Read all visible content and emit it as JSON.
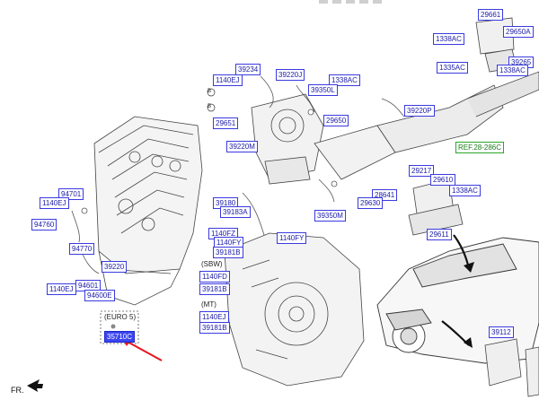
{
  "labels": {
    "l29661": "29661",
    "l1338ac_a": "1338AC",
    "l29650a": "29650A",
    "l1335ac": "1335AC",
    "l39265": "39265",
    "l1338ac_b": "1338AC",
    "l39234": "39234",
    "l1140ej_a": "1140EJ",
    "l39220j": "39220J",
    "l1338ac_c": "1338AC",
    "l39350l": "39350L",
    "l29651": "29651",
    "l29650": "29650",
    "l39220p": "39220P",
    "l39220m": "39220M",
    "ref": "REF.28-286C",
    "l29217": "29217",
    "l29610": "29610",
    "l1338ac_d": "1338AC",
    "l28641": "28641",
    "l29630": "29630",
    "l39350m": "39350M",
    "l29611": "29611",
    "l94701": "94701",
    "l1140ej_b": "1140EJ",
    "l94760": "94760",
    "l94770": "94770",
    "l39180": "39180",
    "l39183a": "39183A",
    "l1140fz": "1140FZ",
    "l1140fy_a": "1140FY",
    "l1140fy_b": "1140FY",
    "l39181b_a": "39181B",
    "l39220": "39220",
    "l1140ej_c": "1140EJ",
    "l94601": "94601",
    "l94600e": "94600E",
    "l1140fd": "1140FD",
    "l39181b_b": "39181B",
    "l1140ej_d": "1140EJ",
    "l39181b_c": "39181B",
    "l39112": "39112",
    "hl": "35710C"
  },
  "notes": {
    "sbw": "(SBW)",
    "mt": "(MT)",
    "euro5": "(EURO 5)",
    "fr": "FR.",
    "b1": "B",
    "b2": "B"
  },
  "colors": {
    "label_border": "#3a3ae0",
    "label_text": "#1a1aa8",
    "highlight_fill": "#3b46f0",
    "ref_green": "#2aa62a",
    "arrow_red": "#e8141e"
  }
}
